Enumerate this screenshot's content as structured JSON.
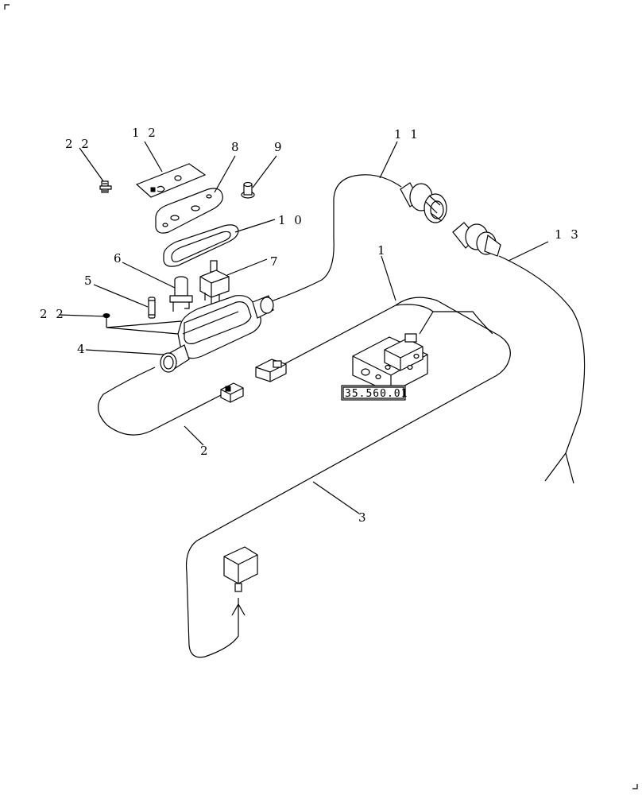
{
  "callouts": {
    "c1": "1",
    "c2": "2",
    "c3": "3",
    "c4": "4",
    "c5": "5",
    "c6": "6",
    "c7": "7",
    "c8": "8",
    "c9": "9",
    "c10": "1 0",
    "c11": "1 1",
    "c12": "1 2",
    "c13": "1 3",
    "c22a": "2 2",
    "c22b": "2 2"
  },
  "reference": {
    "label": "35.560.01"
  }
}
